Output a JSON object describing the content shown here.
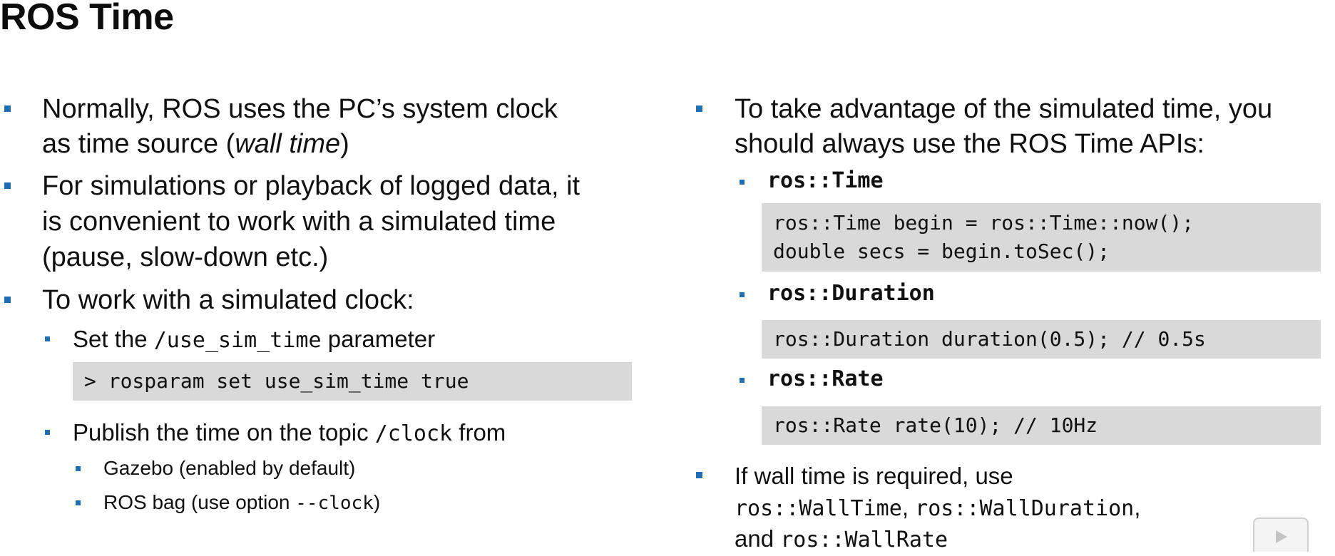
{
  "title": "ROS Time",
  "left": {
    "b1": {
      "line1": "Normally, ROS uses the PC’s system clock",
      "line2_pre": "as time source (",
      "line2_em": "wall time",
      "line2_post": ")"
    },
    "b2": {
      "line1": "For simulations or playback of logged data, it",
      "line2": "is convenient to work with a simulated time",
      "line3": "(pause, slow-down etc.)"
    },
    "b3": {
      "line1": "To work with a simulated clock:"
    },
    "sub1": {
      "pre": "Set the ",
      "code": "/use_sim_time",
      "post": " parameter",
      "command": "> rosparam set use_sim_time true"
    },
    "sub2": {
      "pre": "Publish the time on the topic ",
      "code": "/clock",
      "post": " from"
    },
    "subsub1": {
      "text": "Gazebo (enabled by default)"
    },
    "subsub2": {
      "pre": "ROS bag (use option ",
      "code": "--clock",
      "post": ")"
    }
  },
  "right": {
    "b1": {
      "line1": "To take advantage of the simulated time, you",
      "line2": "should always use the ROS Time APIs:"
    },
    "time": {
      "head": "ros::Time",
      "code_line1": "ros::Time begin = ros::Time::now();",
      "code_line2": "double secs = begin.toSec();"
    },
    "duration": {
      "head": "ros::Duration",
      "code_line1": "ros::Duration duration(0.5); // 0.5s"
    },
    "rate": {
      "head": "ros::Rate",
      "code_line1": "ros::Rate rate(10); // 10Hz"
    },
    "b2": {
      "line1": "If wall time is required, use",
      "code1": "ros::WallTime",
      "sep1": ", ",
      "code2": "ros::WallDuration",
      "sep2": ",",
      "and": "and ",
      "code3": "ros::WallRate"
    }
  },
  "colors": {
    "bullet": "#1f6fb5",
    "codebox": "#d9d9d9"
  },
  "icons": {
    "play": "play-icon"
  }
}
